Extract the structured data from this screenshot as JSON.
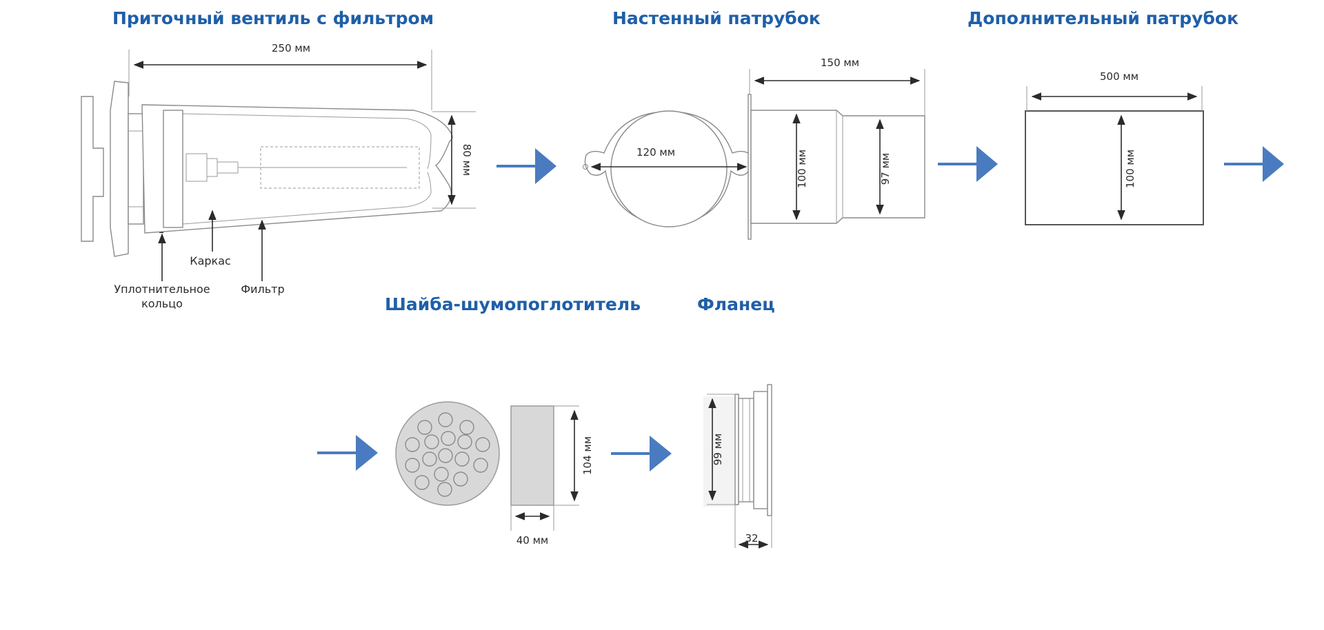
{
  "titles": {
    "valve": "Приточный вентиль с фильтром",
    "wall_pipe": "Настенный патрубок",
    "extra_pipe": "Дополнительный патрубок",
    "washer": "Шайба-шумопоглотитель",
    "flange": "Фланец"
  },
  "valve": {
    "length": "250 мм",
    "diameter": "80 мм",
    "frame_label": "Каркас",
    "seal_label_line1": "Уплотнительное",
    "seal_label_line2": "кольцо",
    "filter_label": "Фильтр"
  },
  "wall_pipe": {
    "front_diameter": "120 мм",
    "length": "150 мм",
    "outer_diameter": "100 мм",
    "inner_diameter": "97 мм"
  },
  "extra_pipe": {
    "length": "500 мм",
    "diameter": "100 мм"
  },
  "washer": {
    "diameter": "104 мм",
    "thickness": "40 мм"
  },
  "flange": {
    "diameter": "99 мм",
    "width": "32"
  },
  "colors": {
    "title": "#1f5fa8",
    "arrow": "#4a7bc0",
    "washer_fill": "#d8d8d8"
  }
}
